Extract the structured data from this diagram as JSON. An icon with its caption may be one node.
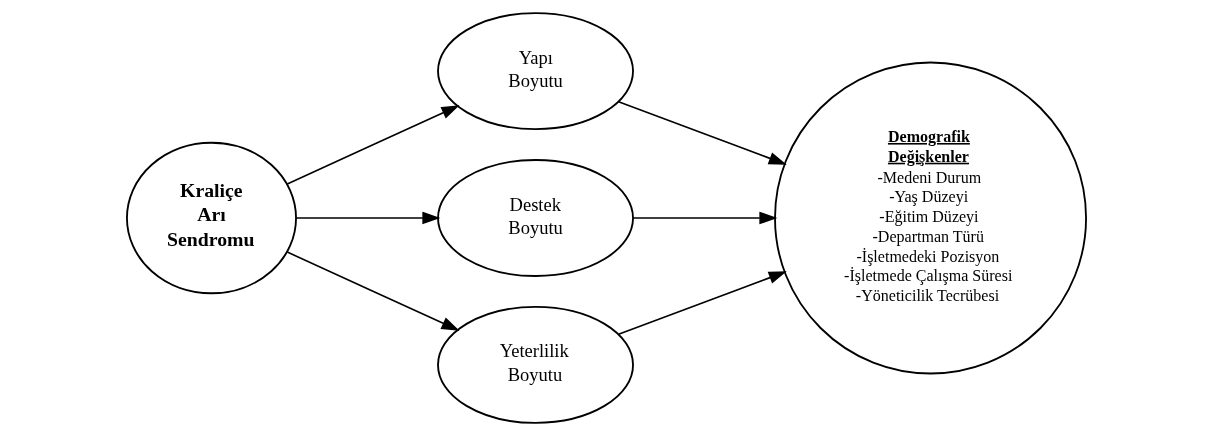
{
  "diagram": {
    "nodes": [
      {
        "text": [
          "Kraliçe Arı Sendromu"
        ]
      },
      {
        "text": [
          "Yapı Boyutu"
        ]
      },
      {
        "text": [
          "Destek Boyutu"
        ]
      },
      {
        "text": [
          "Yeterlilik Boyutu"
        ]
      },
      {
        "text": [
          "Demografik Değişkenler",
          "-Medeni Durum",
          "-Yaş Düzeyi",
          "-Eğitim Düzeyi",
          "-Departman Türü",
          "-İşletmedeki Pozisyon",
          "-İşletmede Çalışma Süresi",
          "-Yöneticilik Tecrübesi"
        ]
      }
    ],
    "edges": [
      {
        "from": 0,
        "to": 1,
        "arrow": "to"
      },
      {
        "from": 0,
        "to": 2,
        "arrow": "to"
      },
      {
        "from": 0,
        "to": 3,
        "arrow": "to"
      },
      {
        "from": 1,
        "to": 4,
        "arrow": "to"
      },
      {
        "from": 2,
        "to": 4,
        "arrow": "to"
      },
      {
        "from": 3,
        "to": 4,
        "arrow": "to"
      }
    ]
  }
}
